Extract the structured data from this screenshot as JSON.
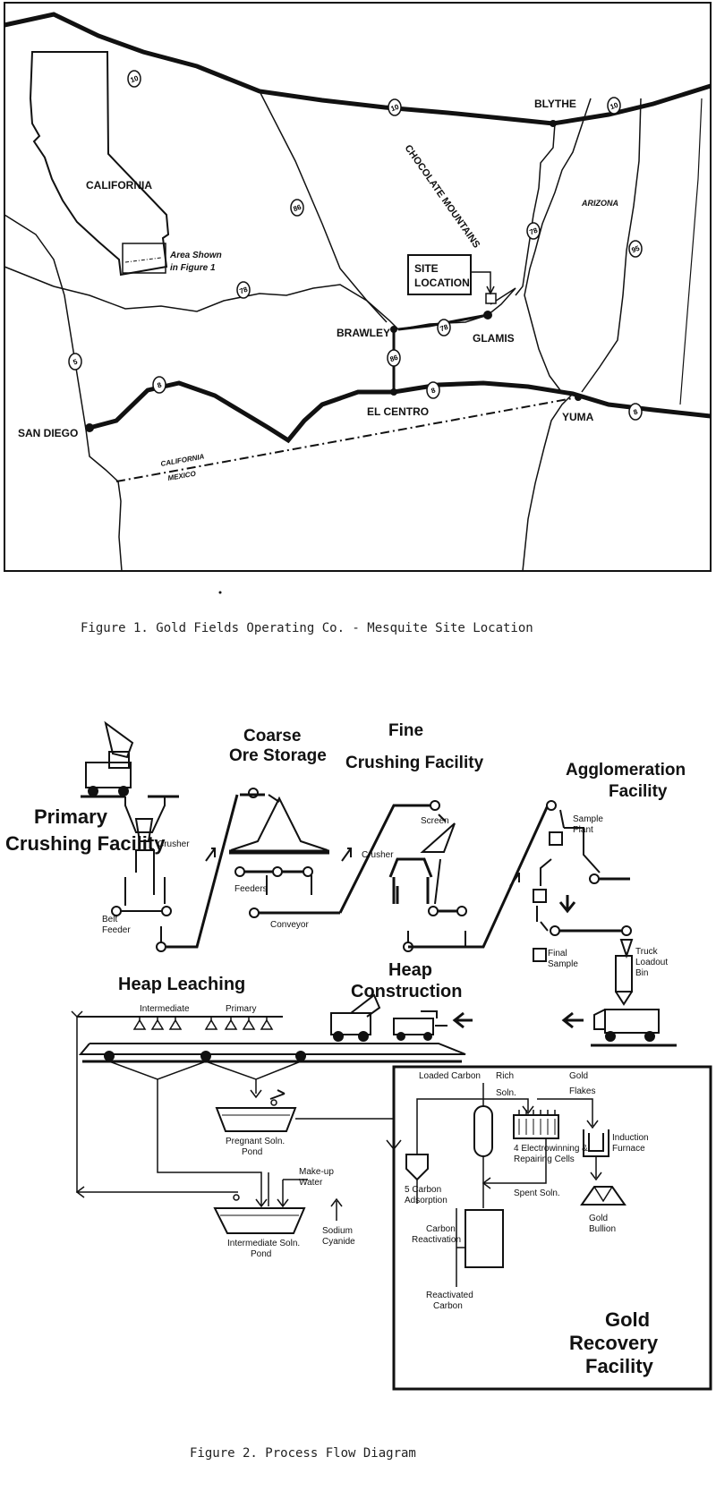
{
  "map": {
    "highway_shields": [
      "10",
      "10",
      "10",
      "86",
      "78",
      "78",
      "78",
      "5",
      "8",
      "8",
      "8",
      "86",
      "95"
    ],
    "places": {
      "california": "CALIFORNIA",
      "area_note_line1": "Area Shown",
      "area_note_line2": "in Figure 1",
      "chocolate": "CHOCOLATE MOUNTAINS",
      "site_line1": "SITE",
      "site_line2": "LOCATION",
      "blythe": "BLYTHE",
      "arizona": "ARIZONA",
      "brawley": "BRAWLEY",
      "glamis": "GLAMIS",
      "el_centro": "EL CENTRO",
      "yuma": "YUMA",
      "san_diego": "SAN DIEGO",
      "border_ca": "CALIFORNIA",
      "border_mx": "MEXICO"
    }
  },
  "figure1_caption": "Figure 1.  Gold Fields Operating Co. - Mesquite Site Location",
  "flow": {
    "coarse_1": "Coarse",
    "coarse_2": "Ore Storage",
    "fine_1": "Fine",
    "fine_2": "Crushing Facility",
    "agglom_1": "Agglomeration",
    "agglom_2": "Facility",
    "primary_1": "Primary",
    "primary_2": "Crushing Facility",
    "crusher": "Crusher",
    "belt_1": "Belt",
    "belt_2": "Feeder",
    "feeders": "Feeders",
    "conveyor": "Conveyor",
    "screen": "Screen",
    "crusher2": "Crusher",
    "sample_1": "Sample",
    "sample_2": "Plant",
    "final_1": "Final",
    "final_2": "Sample",
    "truck_1": "Truck",
    "truck_2": "Loadout",
    "truck_3": "Bin",
    "heap_leaching": "Heap Leaching",
    "heap_con_1": "Heap",
    "heap_con_2": "Construction",
    "intermediate": "Intermediate",
    "primary_spray": "Primary",
    "loaded_carbon": "Loaded Carbon",
    "rich_1": "Rich",
    "rich_2": "Soln.",
    "gold_flakes_1": "Gold",
    "gold_flakes_2": "Flakes",
    "electro_1": "4 Electrowinning &",
    "electro_2": "Repairing Cells",
    "induction_1": "Induction",
    "induction_2": "Furnace",
    "carbon_ads_1": "5 Carbon",
    "carbon_ads_2": "Adsorption",
    "spent": "Spent Soln.",
    "gold_bullion_1": "Gold",
    "gold_bullion_2": "Bullion",
    "pregnant_1": "Pregnant Soln.",
    "pregnant_2": "Pond",
    "makeup_1": "Make-up",
    "makeup_2": "Water",
    "sodium_1": "Sodium",
    "sodium_2": "Cyanide",
    "inter_pond_1": "Intermediate Soln.",
    "inter_pond_2": "Pond",
    "carbon_react_1": "Carbon",
    "carbon_react_2": "Reactivation",
    "react_carbon_1": "Reactivated",
    "react_carbon_2": "Carbon",
    "gold_rec_1": "Gold",
    "gold_rec_2": "Recovery",
    "gold_rec_3": "Facility"
  },
  "figure2_caption": "Figure 2.  Process Flow Diagram"
}
